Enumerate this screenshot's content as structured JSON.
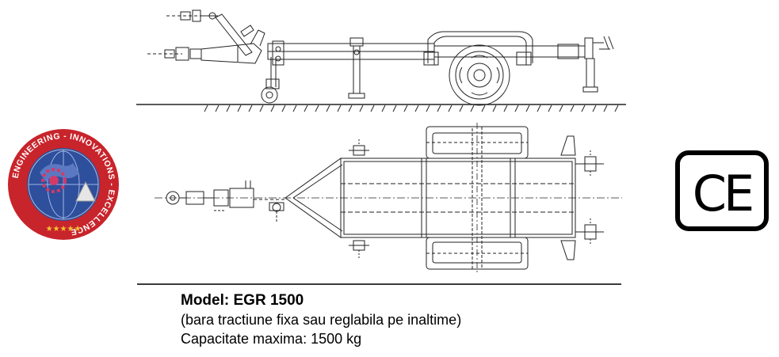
{
  "caption": {
    "model": "Model: EGR 1500",
    "note": "(bara tractiune fixa sau reglabila pe inaltime)",
    "capacity": "Capacitate maxima: 1500 kg"
  },
  "logo": {
    "ring_text": "ENGINEERING - INNOVATIONS - EXCELLENCE",
    "stars": "★★★★★",
    "colors": {
      "ring": "#c8242b",
      "inner": "#2e4f9c",
      "star": "#f2c230"
    }
  },
  "certification": {
    "mark": "CE"
  },
  "icons": [
    "company-logo-icon",
    "ce-mark-icon"
  ]
}
